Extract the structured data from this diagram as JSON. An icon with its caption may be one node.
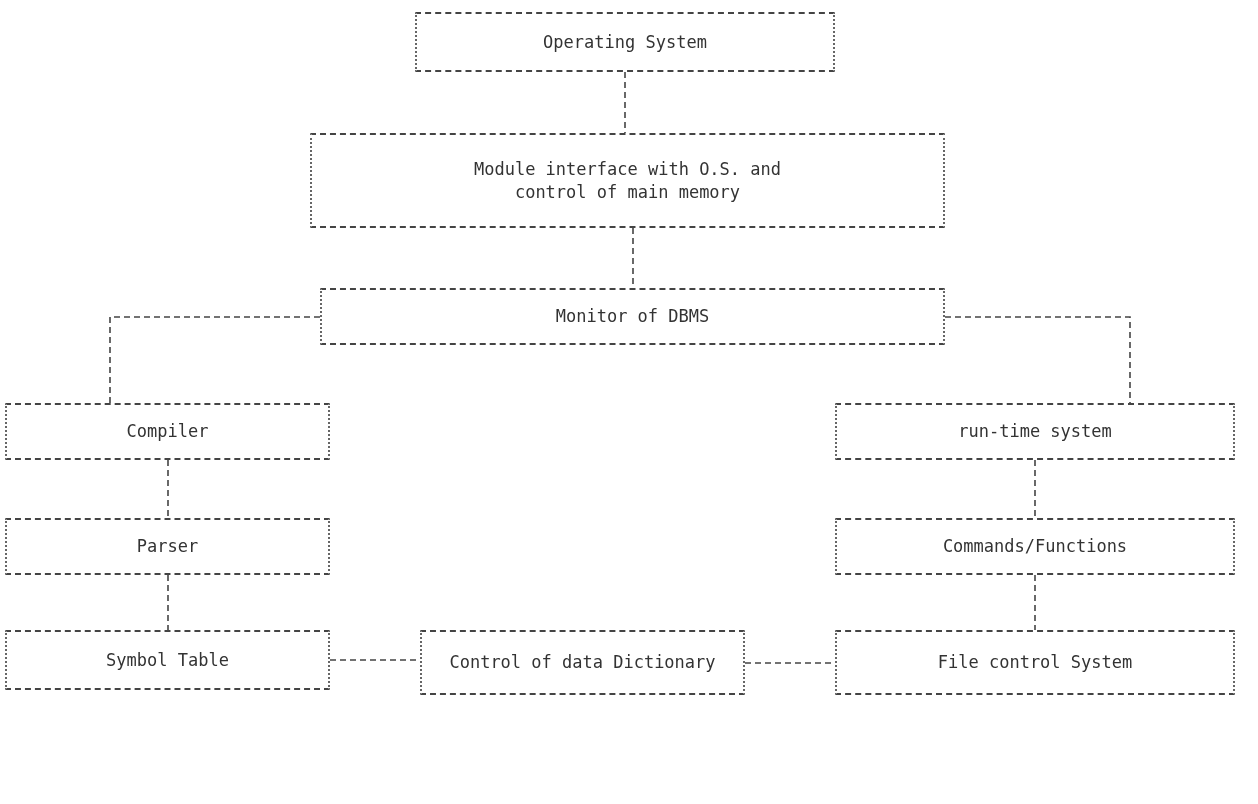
{
  "diagram": {
    "nodes": [
      {
        "text": [
          "Operating System"
        ]
      },
      {
        "text": [
          "Module interface with O.S. and control of main memory"
        ]
      },
      {
        "text": [
          "Monitor of DBMS"
        ]
      },
      {
        "text": [
          "Compiler"
        ]
      },
      {
        "text": [
          "Parser"
        ]
      },
      {
        "text": [
          "Symbol Table"
        ]
      },
      {
        "text": [
          "Control of data Dictionary"
        ]
      },
      {
        "text": [
          "run-time system"
        ]
      },
      {
        "text": [
          "Commands/Functions"
        ]
      },
      {
        "text": [
          "File control System"
        ]
      }
    ],
    "edges": [
      {
        "from": 0,
        "to": 1,
        "arrow": "none"
      },
      {
        "from": 1,
        "to": 2,
        "arrow": "none"
      },
      {
        "from": 2,
        "to": 3,
        "arrow": "none"
      },
      {
        "from": 2,
        "to": 7,
        "arrow": "none"
      },
      {
        "from": 3,
        "to": 4,
        "arrow": "none"
      },
      {
        "from": 4,
        "to": 5,
        "arrow": "none"
      },
      {
        "from": 5,
        "to": 6,
        "arrow": "none"
      },
      {
        "from": 6,
        "to": 9,
        "arrow": "none"
      },
      {
        "from": 7,
        "to": 8,
        "arrow": "none"
      },
      {
        "from": 8,
        "to": 9,
        "arrow": "none"
      }
    ]
  }
}
